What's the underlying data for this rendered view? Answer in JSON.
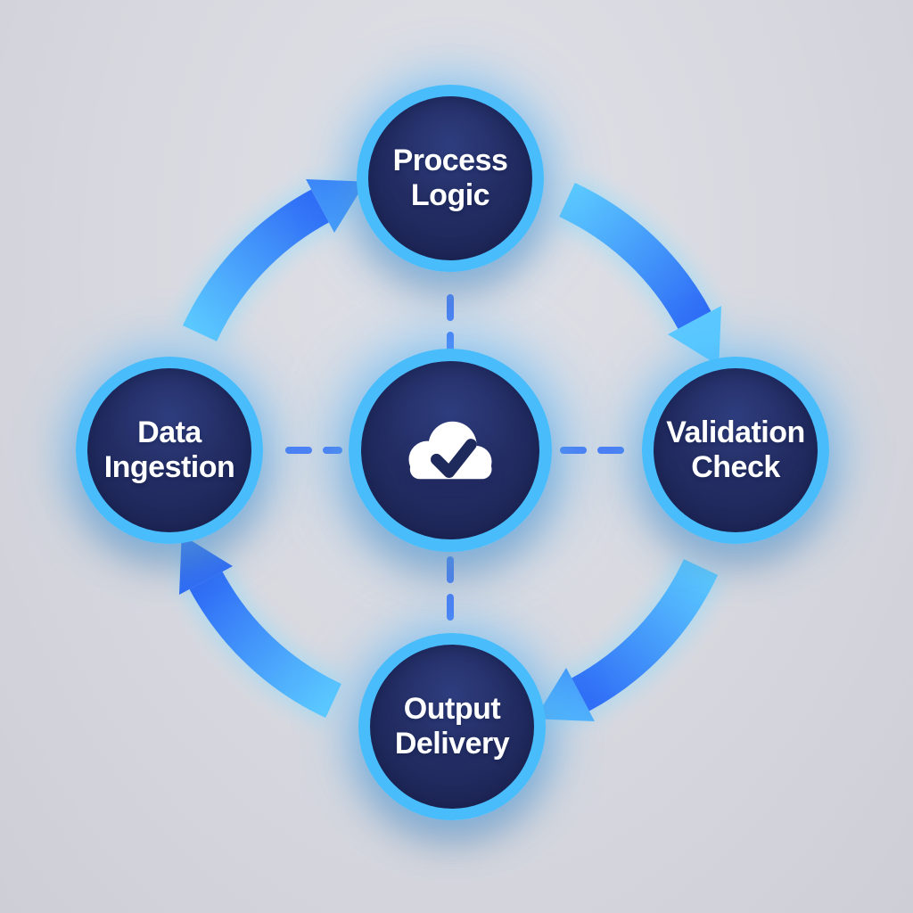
{
  "diagram": {
    "type": "cycle-flow",
    "background_color": "#d7d8df",
    "nodes": [
      {
        "id": "process-logic",
        "label": "Process Logic",
        "position": "top"
      },
      {
        "id": "validation-check",
        "label": "Validation Check",
        "position": "right"
      },
      {
        "id": "output-delivery",
        "label": "Output Delivery",
        "position": "bottom"
      },
      {
        "id": "data-ingestion",
        "label": "Data Ingestion",
        "position": "left"
      }
    ],
    "center": {
      "id": "cloud-check",
      "icon": "cloud-check-icon"
    },
    "flow": [
      {
        "from": "process-logic",
        "to": "validation-check"
      },
      {
        "from": "validation-check",
        "to": "output-delivery"
      },
      {
        "from": "output-delivery",
        "to": "data-ingestion"
      },
      {
        "from": "data-ingestion",
        "to": "process-logic"
      }
    ],
    "connectors": {
      "style": "dashed",
      "from": "center",
      "to": "all-outer-nodes"
    },
    "colors": {
      "node_fill": "#232d63",
      "node_ring": "#49bdfb",
      "arrow_gradient_start": "#5ccaff",
      "arrow_gradient_end": "#2f6cf6",
      "dash_line": "#4d7cf3",
      "label_text": "#ffffff",
      "icon_cloud": "#ffffff",
      "icon_check": "#1f2a5c"
    }
  }
}
